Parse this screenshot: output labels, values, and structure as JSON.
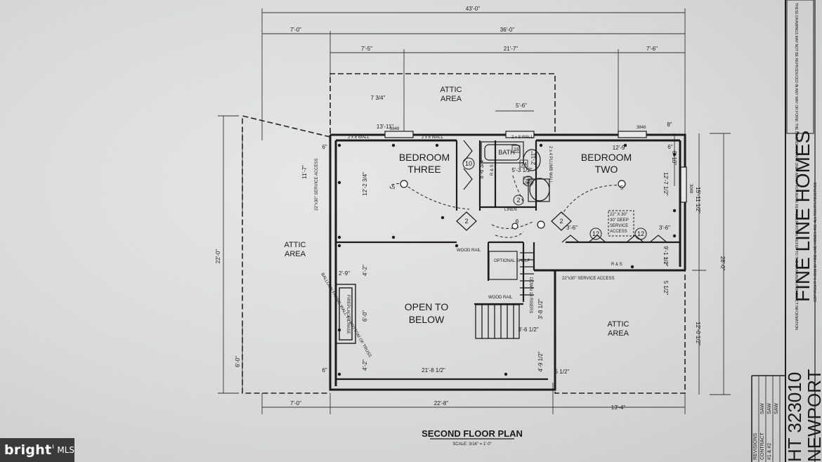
{
  "plan": {
    "title": "SECOND FLOOR PLAN",
    "scale": "SCALE: 3/16\" = 1'-0\""
  },
  "dimensions": {
    "overall_width": "43'-0\"",
    "upper_36": "36'-0\"",
    "upper_left_7": "7'-0\"",
    "mid_7_5": "7'-5\"",
    "mid_21_7": "21'-7\"",
    "mid_7_6": "7'-6\"",
    "bottom_left_7": "7'-0\"",
    "bottom_22_8": "22'-8\"",
    "bottom_13_4": "13'-4\"",
    "left_22": "22'-0\"",
    "left_11_7": "11'-7\"",
    "left_6_0": "6'-0\"",
    "right_28": "28'-0\"",
    "right_15_11": "15'-11 1/2\"",
    "right_12_0": "12'-0 1/2\"",
    "right_6_10": "6'-10\"",
    "bed3_width": "13'-11\"",
    "bed3_depth": "12'-2 3/4\"",
    "bed2_width": "12'-9\"",
    "bed2_depth": "12'-7 1/2\"",
    "bath_width": "5'-6\"",
    "bath_depth": "2'-11\"",
    "bath_5_3": "5'-3 1/2\"",
    "closet_depth": "8'-6 3/4\"",
    "open_width": "21'-8 1/2\"",
    "open_4_2a": "4'-2\"",
    "open_6_0": "6'-0\"",
    "open_4_2b": "4'-2\"",
    "stair_3_6": "3'-6 1/2\"",
    "stair_3_8": "3'-8 1/2\"",
    "stair_4_9": "4'-9 1/2\"",
    "fireplace_2_9": "2'-9\"",
    "d_5_1_2a": "5 1/2\"",
    "d_5_1_2b": "5 1/2\"",
    "d_6a": "6\"",
    "d_6b": "6\"",
    "d_6c": "6\"",
    "d_8a": "8\"",
    "d_3_6a": "3'-6\"",
    "d_3_6b": "3'-6\"",
    "d_9_1": "9'-1 1/2\"",
    "d_2_1": "2'-1\"",
    "d_7_3": "7 3/4\""
  },
  "rooms": {
    "attic_top_1": "ATTIC",
    "attic_top_2": "AREA",
    "attic_left_1": "ATTIC",
    "attic_left_2": "AREA",
    "attic_right_1": "ATTIC",
    "attic_right_2": "AREA",
    "bed3_1": "BEDROOM",
    "bed3_2": "THREE",
    "bed2_1": "BEDROOM",
    "bed2_2": "TWO",
    "bath": "BATH",
    "open_1": "OPEN TO",
    "open_2": "BELOW"
  },
  "notes": {
    "window_left": "3848",
    "window_right": "3848",
    "window_side": "3048",
    "wall_2x8_a": "2 x 8 WALL",
    "wall_2x8_b": "2 x 8 WALL",
    "wall_2x8_c": "2 x 8 WALL",
    "wall_2x4": "2 x 4 PLUMB WALL",
    "rs_a": "R & S",
    "rs_b": "R & S",
    "rs_c": "R & S",
    "wood_rail_a": "WOOD RAIL",
    "wood_rail_b": "WOOD RAIL",
    "optional_shelf": "OPTIONAL SHELF",
    "linen": "LINEN",
    "fireplace": "FIREPLACE CHASE",
    "balloon": "BALLOON FRAME WALL TO BOTTOM OF TRUSS",
    "service_access": "22\"x30\" SERVICE ACCESS",
    "closet_note_1": "22\" X 30\"",
    "closet_note_2": "30\" DEEP",
    "closet_note_3": "SERVICE",
    "closet_note_4": "ACCESS",
    "side_service": "22\"x30\" SERVICE ACCESS",
    "down_16": "DOWN 16 RISERS",
    "num_10": "10",
    "num_2a": "2",
    "num_2b": "2",
    "num_2c": "2",
    "num_2d": "2",
    "num_12a": "12",
    "num_12b": "12",
    "num_5a": "5",
    "num_5b": "5",
    "num_6": "6",
    "num_18": "18",
    "num_23": "23",
    "num_24": "24"
  },
  "title_block": {
    "company": "FINE LINE HOMES",
    "copyright": "COPYRIGHT © 2018 BY FINE LINE HOMES INC. ALL RIGHTS RESERVED",
    "plan_no": "HT 323010",
    "plan_name": "NEWPORT",
    "revisions": "REVISIONS",
    "contract": "CONTRACT",
    "saw_a": "SAW",
    "saw_b": "SAW",
    "saw_c": "SAW",
    "rev_1_2": "#1 & #2",
    "warning": "THESE DRAWINGS MAY NOT BE REPRODUCED IN ANY WAY OR FORM. THE DIMENSIONS ARE ONLY AN APPROXIMATE REPRESENTATION. REFER TO THE DRAWINGS FOR EXACT INFORMATION."
  },
  "watermark": {
    "brand": "bright",
    "suffix": "MLS"
  }
}
